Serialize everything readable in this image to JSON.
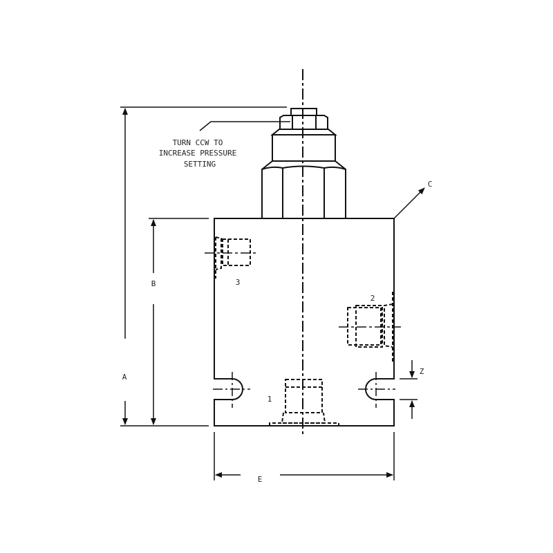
{
  "note": [
    "TURN CCW TO",
    "INCREASE PRESSURE",
    "SETTING"
  ],
  "dimensions": {
    "a": "A",
    "b": "B",
    "c": "C",
    "e": "E",
    "z": "Z"
  },
  "ports": {
    "p1": "1",
    "p2": "2",
    "p3": "3"
  },
  "colors": {
    "line": "#111111",
    "background": "#ffffff"
  }
}
